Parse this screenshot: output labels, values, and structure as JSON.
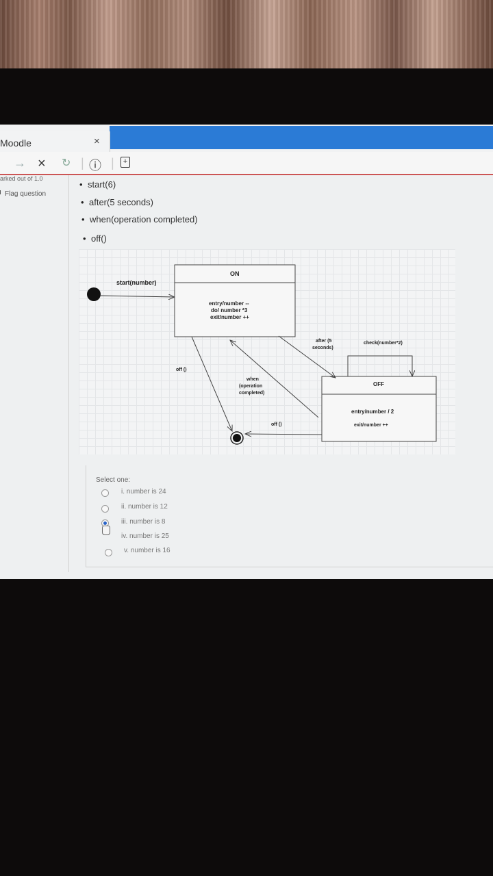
{
  "browser": {
    "tab_title": "Moodle",
    "tab_close": "×",
    "nav_back": "→",
    "nav_stop": "×",
    "nav_reload": "↻",
    "info": "ⓘ",
    "page_icon": "+"
  },
  "sidebar": {
    "marked": "arked out of 1.0",
    "flag": "Flag question"
  },
  "question": {
    "bullets": [
      "start(6)",
      "after(5 seconds)",
      "when(operation completed)",
      "off()"
    ],
    "select_label": "Select one:",
    "options": [
      {
        "label": "i. number is 24",
        "selected": false
      },
      {
        "label": "ii. number is 12",
        "selected": false
      },
      {
        "label": "iii. number is 8",
        "selected": true
      },
      {
        "label": "iv. number is 25",
        "selected": false
      },
      {
        "label": "v. number is 16",
        "selected": false
      }
    ]
  },
  "diagram": {
    "on_state": {
      "title": "ON",
      "entry": "entry/number --",
      "do": "do/ number *3",
      "exit": "exit/number ++"
    },
    "off_state": {
      "title": "OFF",
      "entry": "entry/number / 2",
      "exit": "exit/number ++"
    },
    "transitions": {
      "start": "start(number)",
      "off_left": "off ()",
      "when_1": "when",
      "when_2": "(operation",
      "when_3": "completed)",
      "after_1": "after (5",
      "after_2": "seconds)",
      "check": "check(number*2)",
      "off_right": "off ()"
    }
  },
  "colors": {
    "accent_blue": "#2b7bd6",
    "selected_radio": "#2a64c8"
  }
}
